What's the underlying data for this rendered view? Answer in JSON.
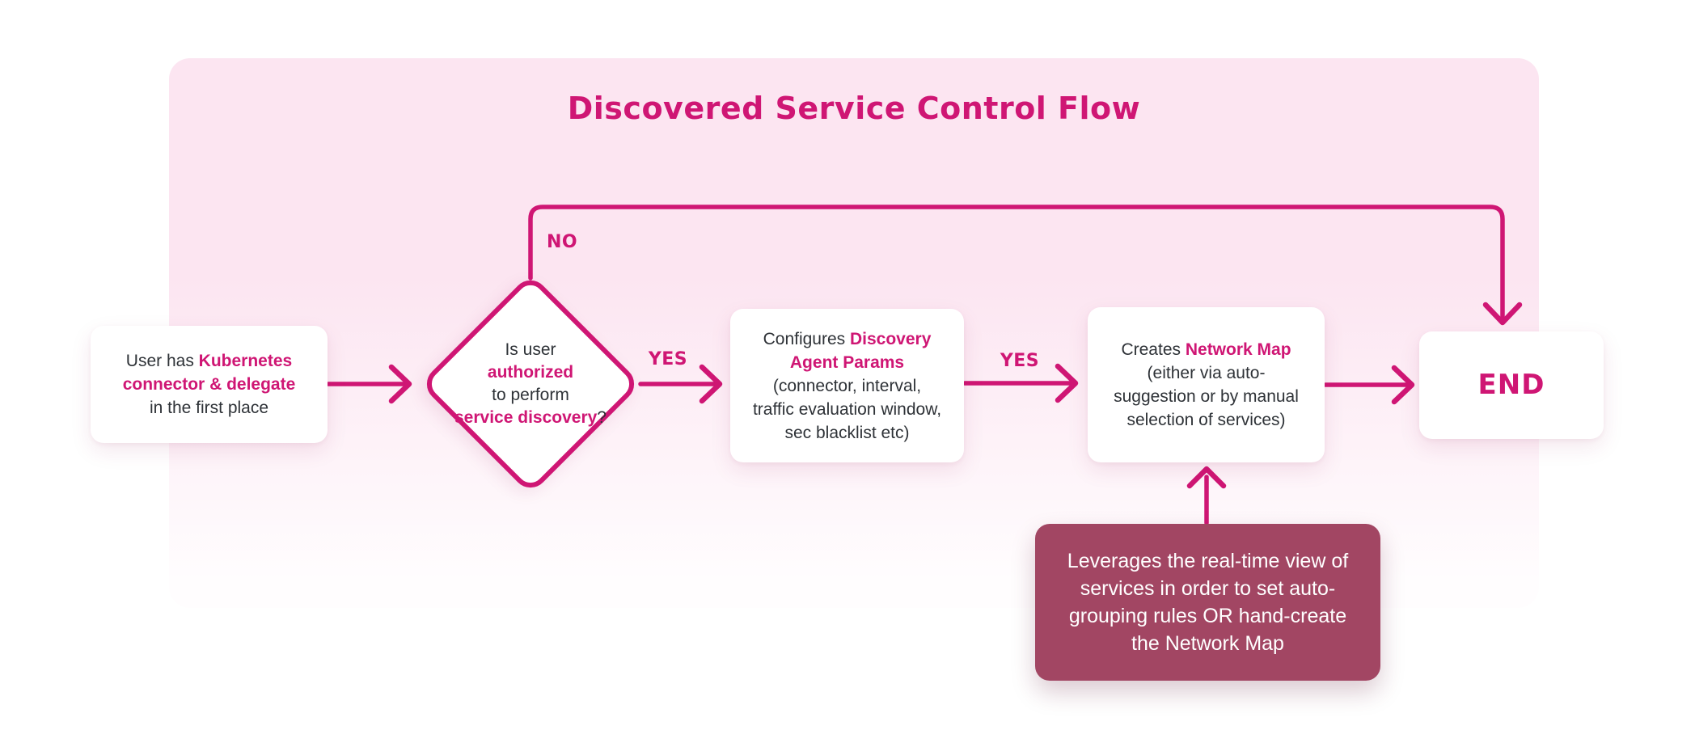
{
  "colors": {
    "accent": "#CF1674",
    "panel_top": "#FCE5F1",
    "panel_bottom": "#FFFDFE",
    "node_bg": "#FFFFFF",
    "note_bg": "#A24663",
    "note_text": "#FFFFFF",
    "text_dark": "#2E3237"
  },
  "title": "Discovered Service Control Flow",
  "nodes": {
    "start": {
      "segments": [
        {
          "text": "User has ",
          "accent": false
        },
        {
          "text": "Kubernetes\nconnector & delegate",
          "accent": true
        },
        {
          "text": "\nin the first place",
          "accent": false
        }
      ]
    },
    "decision": {
      "segments": [
        {
          "text": "Is user\n",
          "accent": false
        },
        {
          "text": "authorized",
          "accent": true
        },
        {
          "text": "\nto perform\n",
          "accent": false
        },
        {
          "text": "service discovery",
          "accent": true
        },
        {
          "text": "?",
          "accent": false
        }
      ]
    },
    "configure": {
      "segments": [
        {
          "text": "Configures ",
          "accent": false
        },
        {
          "text": "Discovery\nAgent Params",
          "accent": true
        },
        {
          "text": "\n(connector, interval,\ntraffic evaluation window,\nsec blacklist etc)",
          "accent": false
        }
      ]
    },
    "create_map": {
      "segments": [
        {
          "text": "Creates ",
          "accent": false
        },
        {
          "text": "Network Map",
          "accent": true
        },
        {
          "text": "\n(either via auto-\nsuggestion or by manual\nselection of services)",
          "accent": false
        }
      ]
    },
    "end": {
      "label": "END"
    },
    "note": {
      "text": "Leverages the real-time view of\nservices in order to set auto-\ngrouping rules OR hand-create\nthe Network Map"
    }
  },
  "edges": {
    "no_label": "NO",
    "yes_label_1": "YES",
    "yes_label_2": "YES"
  }
}
